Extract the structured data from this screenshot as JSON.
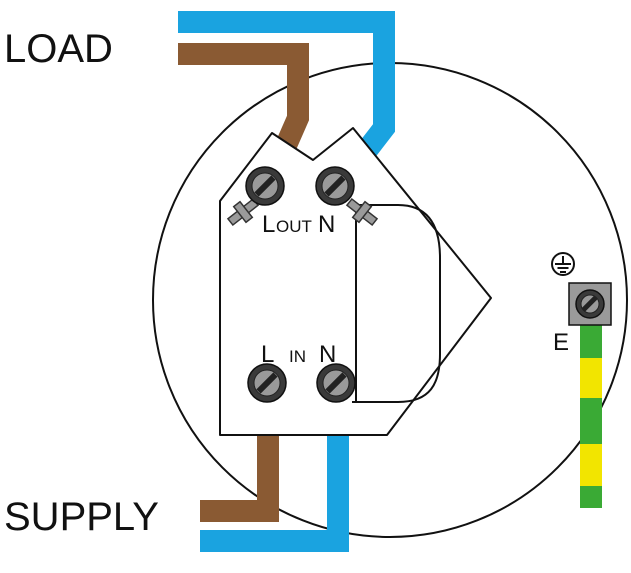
{
  "labels": {
    "load": "LOAD",
    "supply": "SUPPLY",
    "l_out_l": "L",
    "l_out_out": "OUT",
    "l_out_n": "N",
    "in_l": "L",
    "in_in": "IN",
    "in_n": "N",
    "earth": "E"
  },
  "icons": {
    "earth_symbol": "earth-ground-icon"
  },
  "colors": {
    "live": "#8a5a33",
    "neutral": "#1aa3e0",
    "earth_green": "#3aaa35",
    "earth_yellow": "#f2e500",
    "terminal_dark": "#3a3a3a",
    "terminal_light": "#9a9a9a",
    "outline": "#111111"
  }
}
